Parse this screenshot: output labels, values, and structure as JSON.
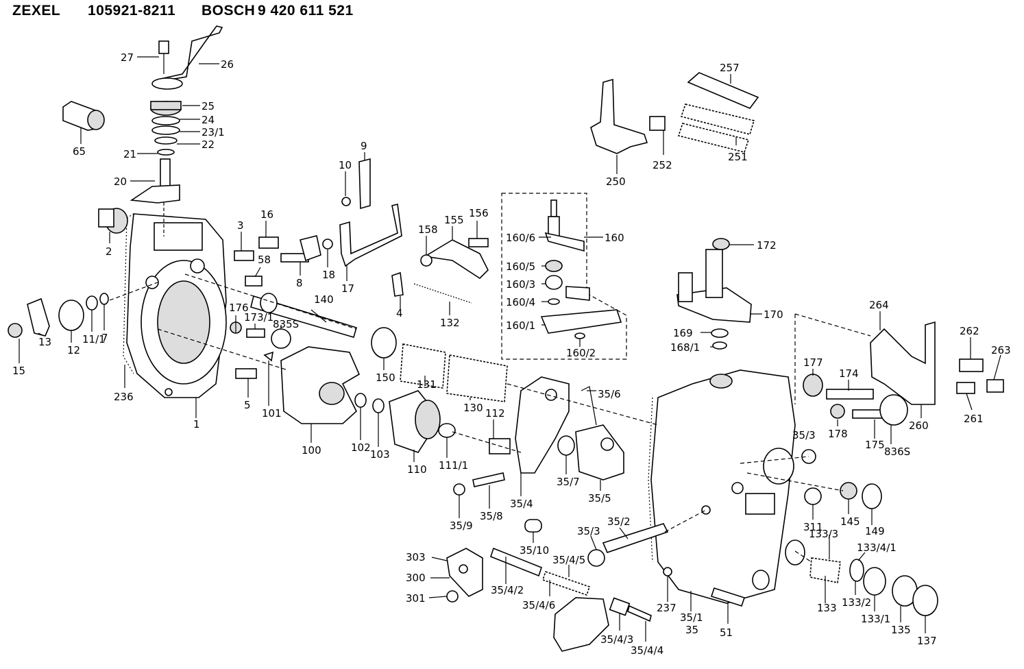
{
  "header": {
    "brand1": "ZEXEL",
    "part1": "105921-8211",
    "brand2": "BOSCH",
    "part2": "9 420 611 521"
  },
  "callouts": {
    "c27": "27",
    "c26": "26",
    "c25": "25",
    "c24": "24",
    "c23_1": "23/1",
    "c22": "22",
    "c21": "21",
    "c20": "20",
    "c65": "65",
    "c2": "2",
    "c3": "3",
    "c16": "16",
    "c58": "58",
    "c8": "8",
    "c18": "18",
    "c17": "17",
    "c10": "10",
    "c9": "9",
    "c158": "158",
    "c155": "155",
    "c156": "156",
    "c4": "4",
    "c132": "132",
    "c160_6": "160/6",
    "c160": "160",
    "c160_5": "160/5",
    "c160_3": "160/3",
    "c160_4": "160/4",
    "c160_1": "160/1",
    "c160_2": "160/2",
    "c257": "257",
    "c252": "252",
    "c251": "251",
    "c250": "250",
    "c172": "172",
    "c170": "170",
    "c169": "169",
    "c168_1": "168/1",
    "c264": "264",
    "c262": "262",
    "c263": "263",
    "c177": "177",
    "c174": "174",
    "c178": "178",
    "c175": "175",
    "c836S": "836S",
    "c260": "260",
    "c261": "261",
    "c15": "15",
    "c13": "13",
    "c12": "12",
    "c11_1": "11/1",
    "c7": "7",
    "c236": "236",
    "c1": "1",
    "c176": "176",
    "c173_1": "173/1",
    "c835S": "835S",
    "c140": "140",
    "c5": "5",
    "c101": "101",
    "c100": "100",
    "c102": "102",
    "c103": "103",
    "c150": "150",
    "c131": "131",
    "c130": "130",
    "c110": "110",
    "c111_1": "111/1",
    "c112": "112",
    "c35_6": "35/6",
    "c35_7": "35/7",
    "c35_5": "35/5",
    "c35_4": "35/4",
    "c35_8": "35/8",
    "c35_9": "35/9",
    "c35_10": "35/10",
    "c35_3a": "35/3",
    "c35_2": "35/2",
    "c35_3b": "35/3",
    "c311": "311",
    "c145": "145",
    "c149": "149",
    "c133_3": "133/3",
    "c133_4_1": "133/4/1",
    "c133": "133",
    "c133_2": "133/2",
    "c133_1": "133/1",
    "c135": "135",
    "c137": "137",
    "c51": "51",
    "c35_1": "35/1",
    "c35": "35",
    "c237": "237",
    "c303": "303",
    "c300": "300",
    "c301": "301",
    "c35_4_2": "35/4/2",
    "c35_4_5": "35/4/5",
    "c35_4_6": "35/4/6",
    "c35_4_3": "35/4/3",
    "c35_4_4": "35/4/4"
  }
}
